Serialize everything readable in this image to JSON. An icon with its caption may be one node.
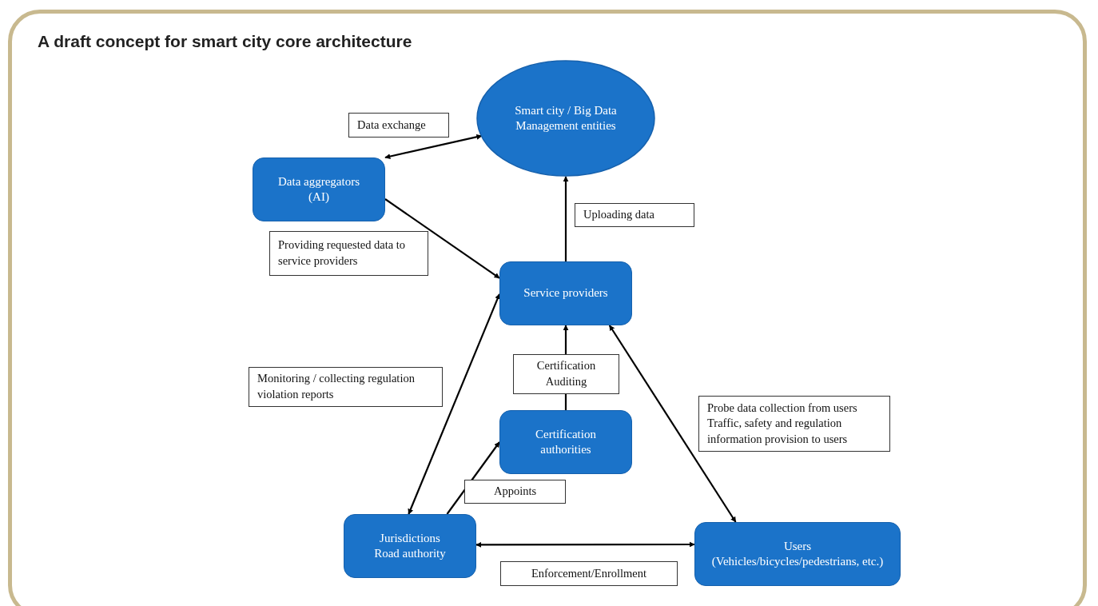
{
  "diagram": {
    "title": "A draft concept for smart city core architecture",
    "nodes": [
      {
        "text": [
          "Smart city / Big Data Management entities"
        ]
      },
      {
        "text": [
          "Data aggregators (AI)"
        ]
      },
      {
        "text": [
          "Service providers"
        ]
      },
      {
        "text": [
          "Certification authorities"
        ]
      },
      {
        "text": [
          "Jurisdictions",
          "Road authority"
        ]
      },
      {
        "text": [
          "Users",
          "(Vehicles/bicycles/pedestrians, etc.)"
        ]
      }
    ],
    "edges": [
      {
        "from": 1,
        "to": 0,
        "arrow": "both",
        "label": "Data exchange"
      },
      {
        "from": 1,
        "to": 2,
        "arrow": "to",
        "label": "Providing requested data to service providers"
      },
      {
        "from": 2,
        "to": 0,
        "arrow": "to",
        "label": "Uploading data"
      },
      {
        "from": 3,
        "to": 2,
        "arrow": "to",
        "label": "Certification Auditing"
      },
      {
        "from": 2,
        "to": 4,
        "arrow": "both",
        "label": "Monitoring / collecting regulation violation reports"
      },
      {
        "from": 4,
        "to": 3,
        "arrow": "to",
        "label": "Appoints"
      },
      {
        "from": 2,
        "to": 5,
        "arrow": "both",
        "label": "Probe data collection from users Traffic, safety and regulation information provision to users"
      },
      {
        "from": 4,
        "to": 5,
        "arrow": "both",
        "label": "Enforcement/Enrollment"
      }
    ]
  }
}
